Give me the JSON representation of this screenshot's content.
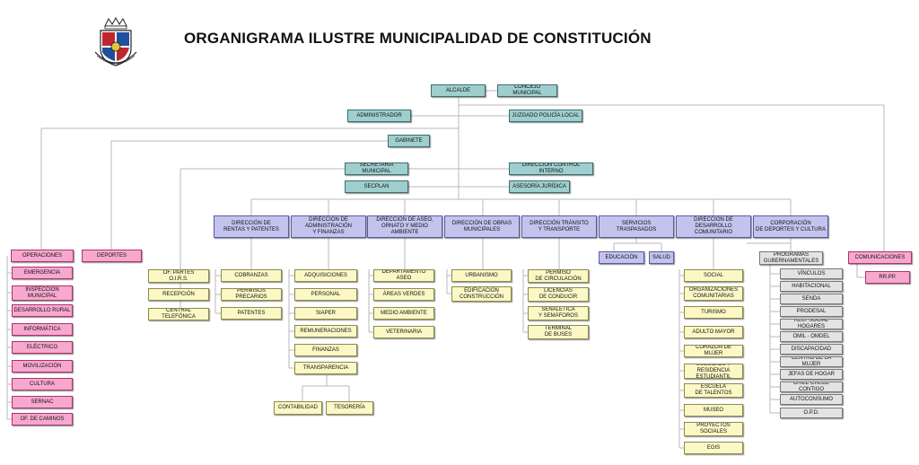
{
  "title": "ORGANIGRAMA ILUSTRE MUNICIPALIDAD DE CONSTITUCIÓN",
  "crest": {
    "icon": "coat-of-arms-icon"
  },
  "colors": {
    "teal": "#9fcece",
    "lavender": "#c3c3ee",
    "pink": "#f7a8cf",
    "yellow": "#fbf8c6",
    "gray": "#e3e3e3",
    "line": "#b8b8b8"
  },
  "top": {
    "alcalde": "ALCALDE",
    "concejo": "CONCEJO MUNICIPAL",
    "administrador": "ADMINISTRADOR",
    "juzgado": "JUZGADO POLICÍA LOCAL",
    "gabinete": "GABINETE",
    "secretaria": "SECRETARIA MUNICIPAL",
    "control": "DIRECCIÓN CONTROL INTERNO",
    "secplan": "SECPLAN",
    "asesoria": "ASESORÍA JURÍDICA"
  },
  "directions": [
    "DIRECCIÓN DE\nRENTAS Y PATENTES",
    "DIRECCIÓN DE\nADMINISTRACIÓN\nY FINANZAS",
    "DIRECCIÓN DE ASEO,\nORNATO Y MEDIO AMBIENTE",
    "DIRECCIÓN DE OBRAS\nMUNICIPALES",
    "DIRECCIÓN TRÁNSITO\nY TRANSPORTE",
    "SERVICIOS\nTRASPASADOS",
    "DIRECCIÓN DE\nDESARROLLO COMUNITARIO",
    "CORPORACIÓN\nDE DEPORTES Y CULTURA"
  ],
  "servicios": [
    "EDUCACIÓN",
    "SALUD"
  ],
  "operaciones": {
    "head": "OPERACIONES",
    "items": [
      "EMERGENCIA",
      "INSPECCIÓN\nMUNICIPAL",
      "DESARROLLO RURAL",
      "INFORMÁTICA",
      "ELÉCTRICO",
      "MOVILIZACIÓN",
      "CULTURA",
      "SERNAC",
      "OF. DE CAMINOS"
    ]
  },
  "deportes": "DEPORTES",
  "secretaria_items": [
    "OF. PARTES\nO.I.R.S.",
    "RECEPCIÓN",
    "CENTRAL TELEFÓNICA"
  ],
  "rentas_items": [
    "COBRANZAS",
    "PERMISOS PRECARIOS",
    "PATENTES"
  ],
  "finanzas_items": [
    "ADQUISICIONES",
    "PERSONAL",
    "SIAPER",
    "REMUNERACIONES",
    "FINANZAS",
    "TRANSPARENCIA"
  ],
  "finanzas_sub": [
    "CONTABILIDAD",
    "TESORERÍA"
  ],
  "aseo_items": [
    "DEPARTAMENTO ASEO",
    "ÁREAS VERDES",
    "MEDIO AMBIENTE",
    "VETERINARIA"
  ],
  "obras_items": [
    "URBANISMO",
    "EDIFICACIÓN\nCONSTRUCCIÓN"
  ],
  "transito_items": [
    "PERMISO\nDE CIRCULACIÓN",
    "LICENCIAS\nDE CONDUCIR",
    "SEÑALÉTICA\nY SEMÁFOROS",
    "TERMINAL\nDE BUSES"
  ],
  "dideco_items": [
    "SOCIAL",
    "ORGANIZACIONES\nCOMUNITARIAS",
    "TURISMO",
    "ADULTO MAYOR",
    "CORAZÓN DE MUJER",
    "SUBSIDIOS Y\nRESIDENCIA ESTUDIANTIL",
    "ESCUELA\nDE TALENTOS",
    "MUSEO",
    "PROYECTOS\nSOCIALES",
    "EGIS"
  ],
  "programas": {
    "head": "PROGRAMAS\nGUBERNAMENTALES",
    "items": [
      "VÍNCULOS",
      "HABITACIONAL",
      "SENDA",
      "PRODESAL",
      "REG. SOCIAL HOGARES",
      "OMIL - OMDEL",
      "DISCAPACIDAD",
      "CENTRO DE LA MUJER",
      "JEFAS DE HOGAR",
      "CHILE CRECE CONTIGO",
      "AUTOCONSUMO",
      "O.P.D."
    ]
  },
  "comunicaciones": {
    "head": "COMUNICACIONES",
    "items": [
      "RR.PP."
    ]
  }
}
